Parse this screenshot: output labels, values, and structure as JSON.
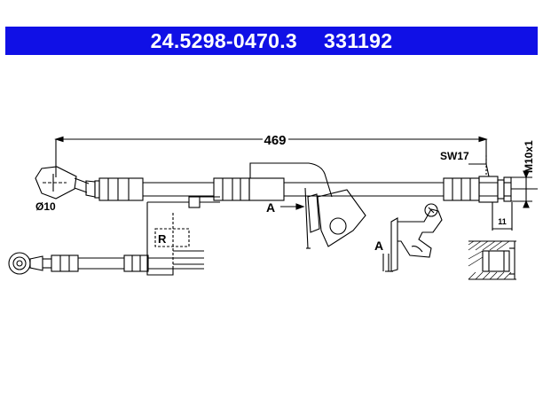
{
  "header": {
    "part_number": "24.5298-0470.3",
    "ref_number": "331192",
    "background_color": "#1010e6",
    "text_color": "#ffffff"
  },
  "drawing": {
    "length_label": "469",
    "wrench_label": "SW17",
    "thread_label": "M10x1",
    "thread_length_label": "11",
    "eye_diameter_label": "Ø10",
    "view_a_label_1": "A",
    "view_a_label_2": "A",
    "side_label": "R"
  }
}
